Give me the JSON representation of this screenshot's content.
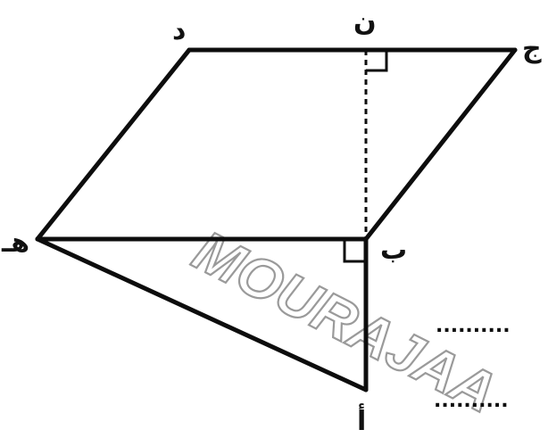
{
  "points": {
    "A": "أ",
    "B": "ب",
    "J": "ج",
    "D": "د",
    "H": "هـ",
    "N": "ن"
  },
  "watermark": "MOURAJAA",
  "colors": {
    "line": "#0d0d0d",
    "watermark": "#9a9a9a",
    "background": "#ffffff"
  },
  "answer_lines": [
    "..........",
    ".........."
  ]
}
